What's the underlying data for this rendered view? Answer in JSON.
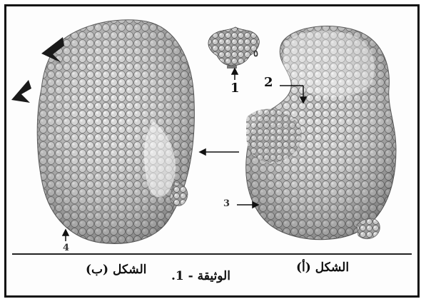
{
  "figure": {
    "label_1": "1",
    "label_2": "2",
    "label_3": "3",
    "label_4": "4",
    "label_small": "٥",
    "caption_a": "الشكل (أ)",
    "caption_b": "الشكل (ب)",
    "document_title": "الوثيقة - 1."
  }
}
